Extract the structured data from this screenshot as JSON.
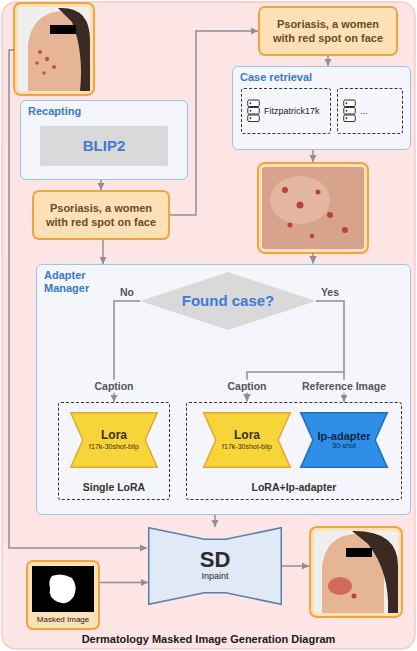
{
  "diagram": {
    "caption": "Dermatology Masked Image Generation Diagram",
    "nodes": [
      {
        "text": [
          "Recapting"
        ]
      },
      {
        "text": [
          "BLIP2"
        ],
        "in": 0
      },
      {
        "text": [
          "Psoriasis, a women with red spot on face"
        ]
      },
      {
        "text": [
          "Psoriasis, a women with red spot on face"
        ]
      },
      {
        "text": [
          "Case retrieval"
        ]
      },
      {
        "text": [
          "Fitzpatrick17k"
        ],
        "in": 4
      },
      {
        "text": [
          "..."
        ],
        "in": 4
      },
      {
        "text": [
          "Adapter Manager"
        ]
      },
      {
        "text": [
          "Found case?"
        ],
        "in": 7
      },
      {
        "text": [
          "Single LoRA"
        ],
        "in": 7
      },
      {
        "text": [
          "Lora",
          "f17k-30shot-blip"
        ],
        "in": 9
      },
      {
        "text": [
          "LoRA+Ip-adapter"
        ],
        "in": 7
      },
      {
        "text": [
          "Lora",
          "f17k-30shot-blip"
        ],
        "in": 11
      },
      {
        "text": [
          "Ip-adapter",
          "30-shot"
        ],
        "in": 11
      },
      {
        "text": [
          "SD",
          "Inpaint"
        ]
      },
      {
        "text": [
          "Masked Image"
        ]
      }
    ],
    "edges": [
      {
        "from": 0,
        "to": 2,
        "arrow": "to"
      },
      {
        "from": 2,
        "to": 3,
        "arrow": "to"
      },
      {
        "from": 3,
        "to": 4,
        "arrow": "to"
      },
      {
        "from": 2,
        "to": 7,
        "arrow": "to"
      },
      {
        "from": 8,
        "to": 9,
        "label": "No",
        "arrow": "to"
      },
      {
        "from": 8,
        "to": 11,
        "label": "Yes",
        "arrow": "to"
      },
      {
        "from": 7,
        "to": 14,
        "arrow": "to"
      },
      {
        "from": 15,
        "to": 14,
        "arrow": "to"
      }
    ],
    "labels": [
      "Caption",
      "Caption",
      "Reference Image"
    ]
  }
}
